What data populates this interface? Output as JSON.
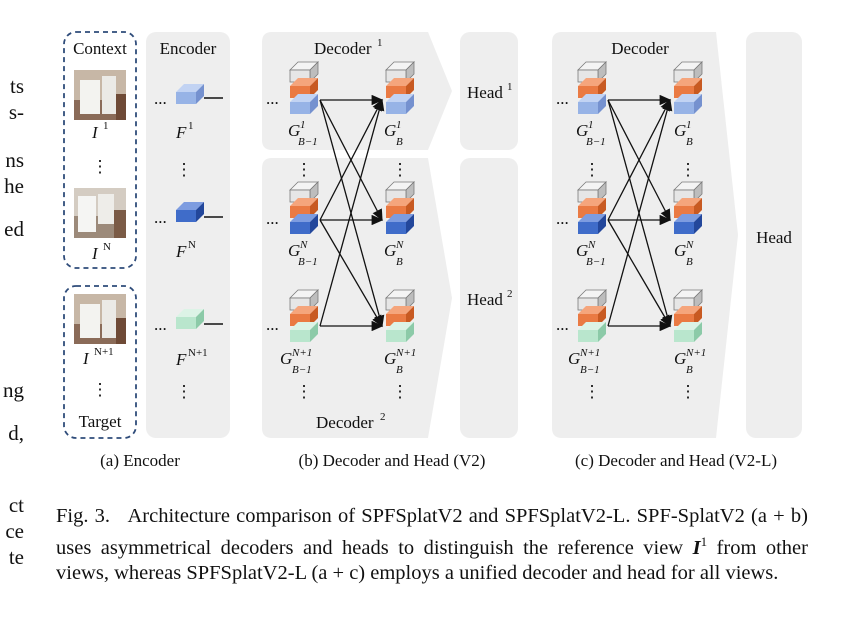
{
  "left_column_fragments": [
    "ts",
    "s-",
    "ns",
    "he",
    "ed",
    "ng",
    "d,",
    "ct",
    "ce",
    "te"
  ],
  "panel_a": {
    "context_label": "Context",
    "target_label": "Target",
    "encoder_label": "Encoder",
    "image_labels": {
      "i1": "I",
      "i1_sup": "1",
      "iN": "I",
      "iN_sup": "N",
      "iN1": "I",
      "iN1_sup": "N+1"
    },
    "feature_labels": {
      "f1": "F",
      "f1_sup": "1",
      "fN": "F",
      "fN_sup": "N",
      "fN1": "F",
      "fN1_sup": "N+1"
    },
    "caption": "(a) Encoder"
  },
  "panel_b": {
    "decoder1_label": "Decoder",
    "decoder1_sup": "1",
    "decoder2_label": "Decoder",
    "decoder2_sup": "2",
    "head1_label": "Head",
    "head1_sup": "1",
    "head2_label": "Head",
    "head2_sup": "2",
    "token_labels": {
      "g": "G",
      "r1_in_sup": "1",
      "r1_in_sub": "B−1",
      "r1_out_sup": "1",
      "r1_out_sub": "B",
      "rN_in_sup": "N",
      "rN_in_sub": "B−1",
      "rN_out_sup": "N",
      "rN_out_sub": "B",
      "rN1_in_sup": "N+1",
      "rN1_in_sub": "B−1",
      "rN1_out_sup": "N+1",
      "rN1_out_sub": "B"
    },
    "caption": "(b) Decoder and Head (V2)"
  },
  "panel_c": {
    "decoder_label": "Decoder",
    "head_label": "Head",
    "caption": "(c) Decoder and Head (V2-L)"
  },
  "ellipsis": "...",
  "vdots": "⋮",
  "figure_caption": {
    "prefix": "Fig. 3.",
    "part1": "Architecture comparison of SPFSplatV2 and SPFSplatV2-L. SPF-SplatV2 (a + b) uses asymmetrical decoders and heads to distinguish the reference view ",
    "ref_symbol": "I",
    "ref_sup": "1",
    "part2": " from other views, whereas SPFSplatV2-L (a + c) employs a unified decoder and head for all views."
  },
  "colors": {
    "panel": "#eeeeee",
    "orange": "#ea7a43",
    "gray_block": "#d6d6d6",
    "blue_light": "#97b3e6",
    "blue_dark": "#3f6cc9",
    "green": "#b9e6cd",
    "dashed_border": "#2f4c7a"
  }
}
